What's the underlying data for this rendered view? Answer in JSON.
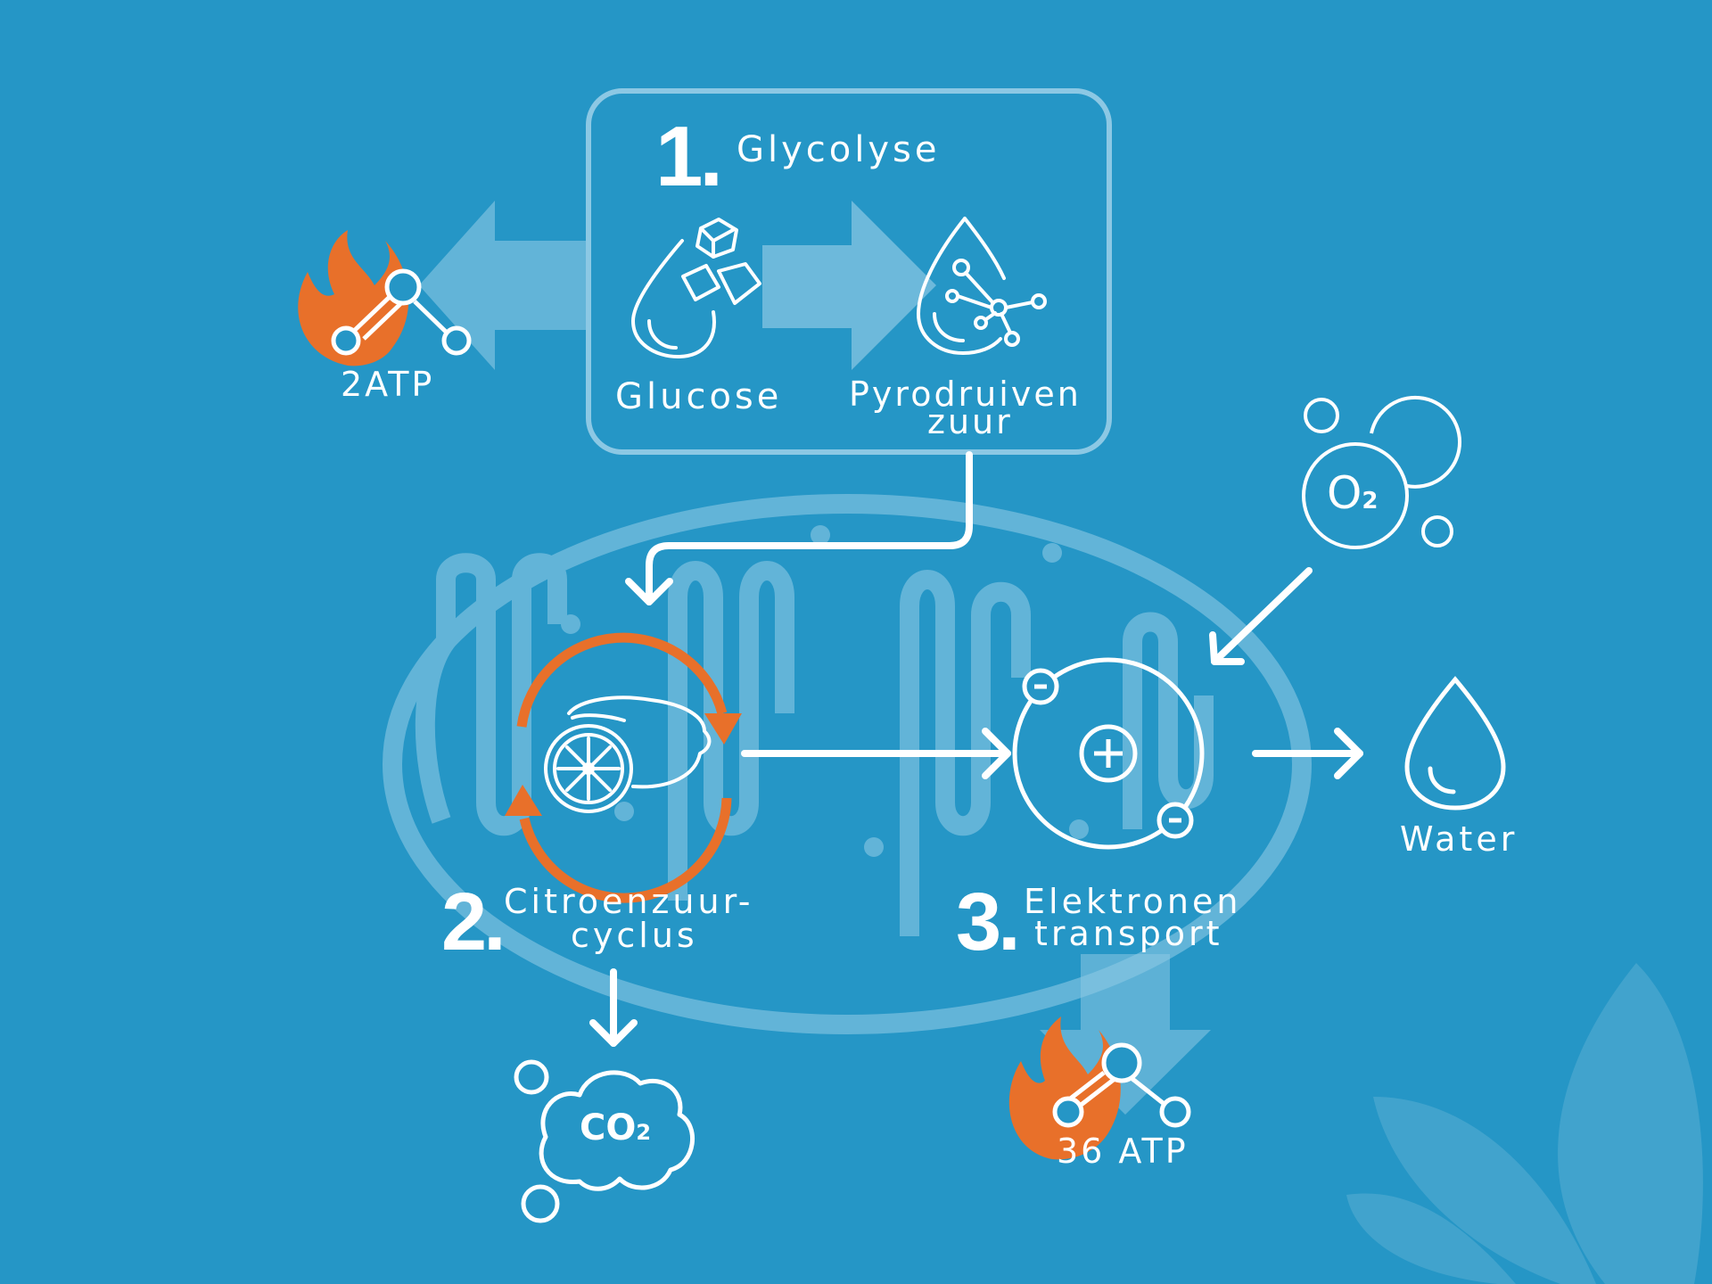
{
  "colors": {
    "background": "#2596c6",
    "foreground": "#ffffff",
    "accent": "#e8702a",
    "translucent": "#8cc8e4"
  },
  "steps": [
    {
      "number": "1.",
      "name": "Glycolyse"
    },
    {
      "number": "2.",
      "name_line1": "Citroenzuur-",
      "name_line2": "cyclus"
    },
    {
      "number": "3.",
      "name_line1": "Elektronen",
      "name_line2": "transport"
    }
  ],
  "glycolysis": {
    "input": "Glucose",
    "output_line1": "Pyrodruiven",
    "output_line2": "zuur",
    "energy": "2ATP"
  },
  "oxygen": {
    "symbol": "O",
    "subscript": "2"
  },
  "co2": {
    "symbol": "CO",
    "subscript": "2"
  },
  "water": "Water",
  "etc_energy": "36 ATP",
  "icons": {
    "glucose": "sugar-drop-icon",
    "pyruvate": "molecule-drop-icon",
    "atp": "atp-flame-icon",
    "cycle": "lemon-cycle-icon",
    "atom": "atom-icon",
    "oxygen": "oxygen-bubbles-icon",
    "co2": "co2-cloud-icon",
    "water": "water-drop-icon",
    "mitochondrion": "mitochondrion-icon",
    "logo": "lotus-logo-icon"
  }
}
